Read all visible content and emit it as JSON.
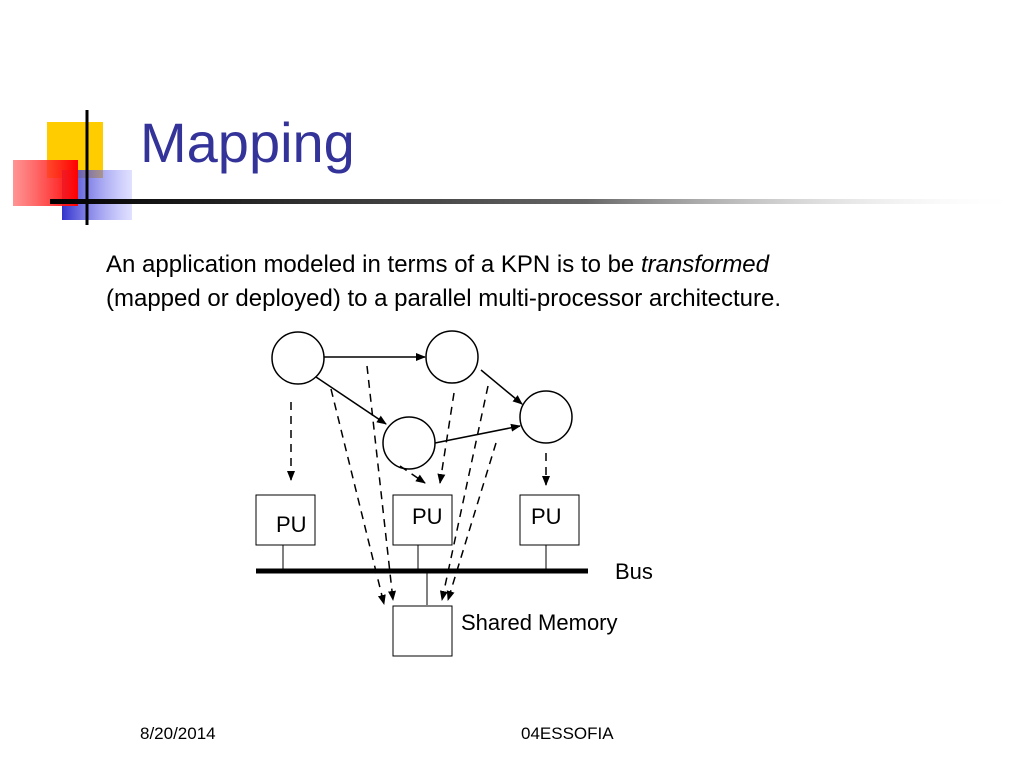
{
  "slide": {
    "title": "Mapping",
    "body": {
      "line1_prefix": "An application modeled in terms of a KPN is to be ",
      "line1_emphasis": "transformed",
      "line2": "(mapped or deployed) to a parallel multi-processor architecture."
    },
    "diagram": {
      "pu_labels": [
        "PU",
        "PU",
        "PU"
      ],
      "bus_label": "Bus",
      "memory_label": "Shared Memory"
    },
    "footer": {
      "date": "8/20/2014",
      "center": "04ESSOFIA"
    },
    "colors": {
      "title": "#333399",
      "deco_yellow": "#FFCC00",
      "deco_red": "#FF3333",
      "deco_blue": "#3333CC"
    }
  }
}
